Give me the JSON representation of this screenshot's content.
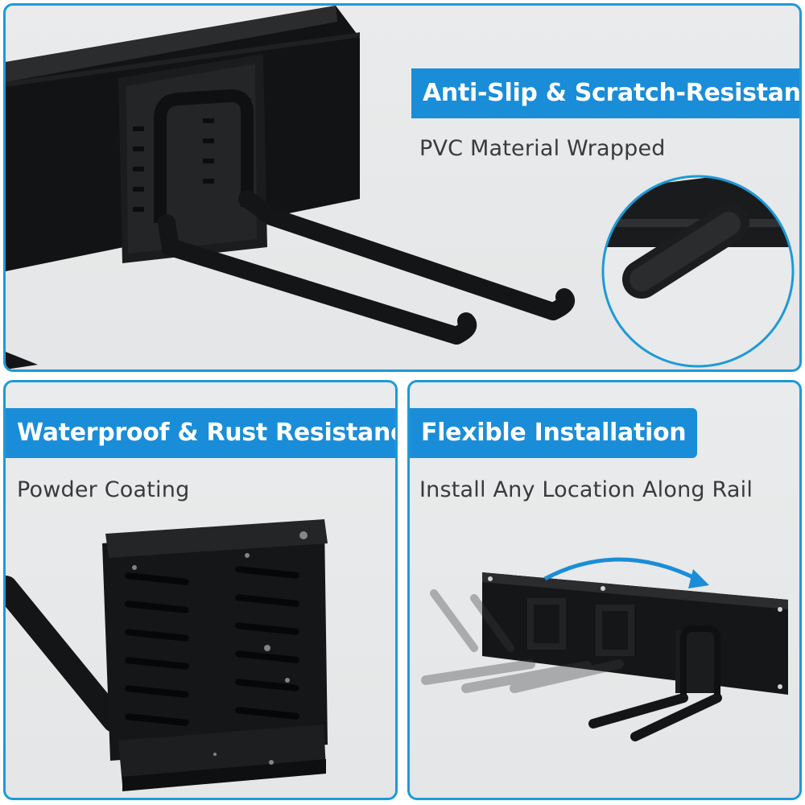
{
  "features": {
    "anti_slip": {
      "title": "Anti-Slip & Scratch-Resistant",
      "subtitle": "PVC Material Wrapped"
    },
    "waterproof": {
      "title": "Waterproof & Rust Resistance",
      "subtitle": "Powder Coating"
    },
    "installation": {
      "title": "Flexible Installation",
      "subtitle": "Install Any Location Along Rail"
    }
  },
  "colors": {
    "accent": "#1a8dd8",
    "border": "#1e9ad6",
    "panel_bg": "#e6e8e9",
    "product_black": "#151617"
  },
  "icons": {
    "zoom": "magnify-circle-detail",
    "move": "curved-arrow-right"
  }
}
